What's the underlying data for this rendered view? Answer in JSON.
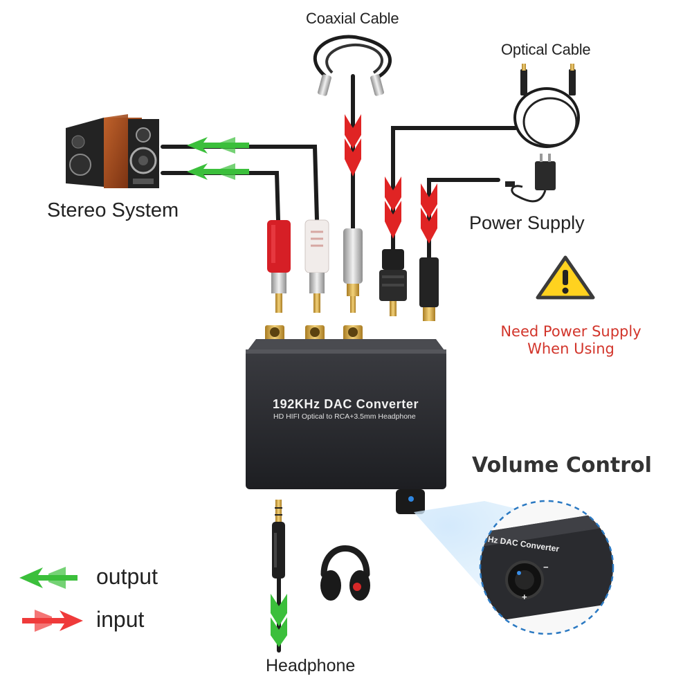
{
  "labels": {
    "coaxial_cable": "Coaxial Cable",
    "optical_cable": "Optical Cable",
    "stereo_system": "Stereo System",
    "power_supply": "Power Supply",
    "warning_line1": "Need Power Supply",
    "warning_line2": "When Using",
    "volume_control": "Volume Control",
    "headphone": "Headphone"
  },
  "device": {
    "title": "192KHz  DAC Converter",
    "subtitle": "HD HIFI Optical to RCA+3.5mm Headphone",
    "zoom_label": "Hz DAC Converter",
    "knob_plus": "+",
    "knob_minus": "−"
  },
  "legend": {
    "output": "output",
    "input": "input"
  },
  "colors": {
    "output_arrow": "#3bbf3b",
    "input_arrow": "#e02424",
    "warning_text": "#d2352b",
    "device_body": "#26272b",
    "cable": "#1c1c1c"
  },
  "icons": [
    "speaker-icon",
    "coaxial-cable-icon",
    "optical-cable-icon",
    "power-adapter-icon",
    "warning-icon",
    "headphones-icon"
  ]
}
